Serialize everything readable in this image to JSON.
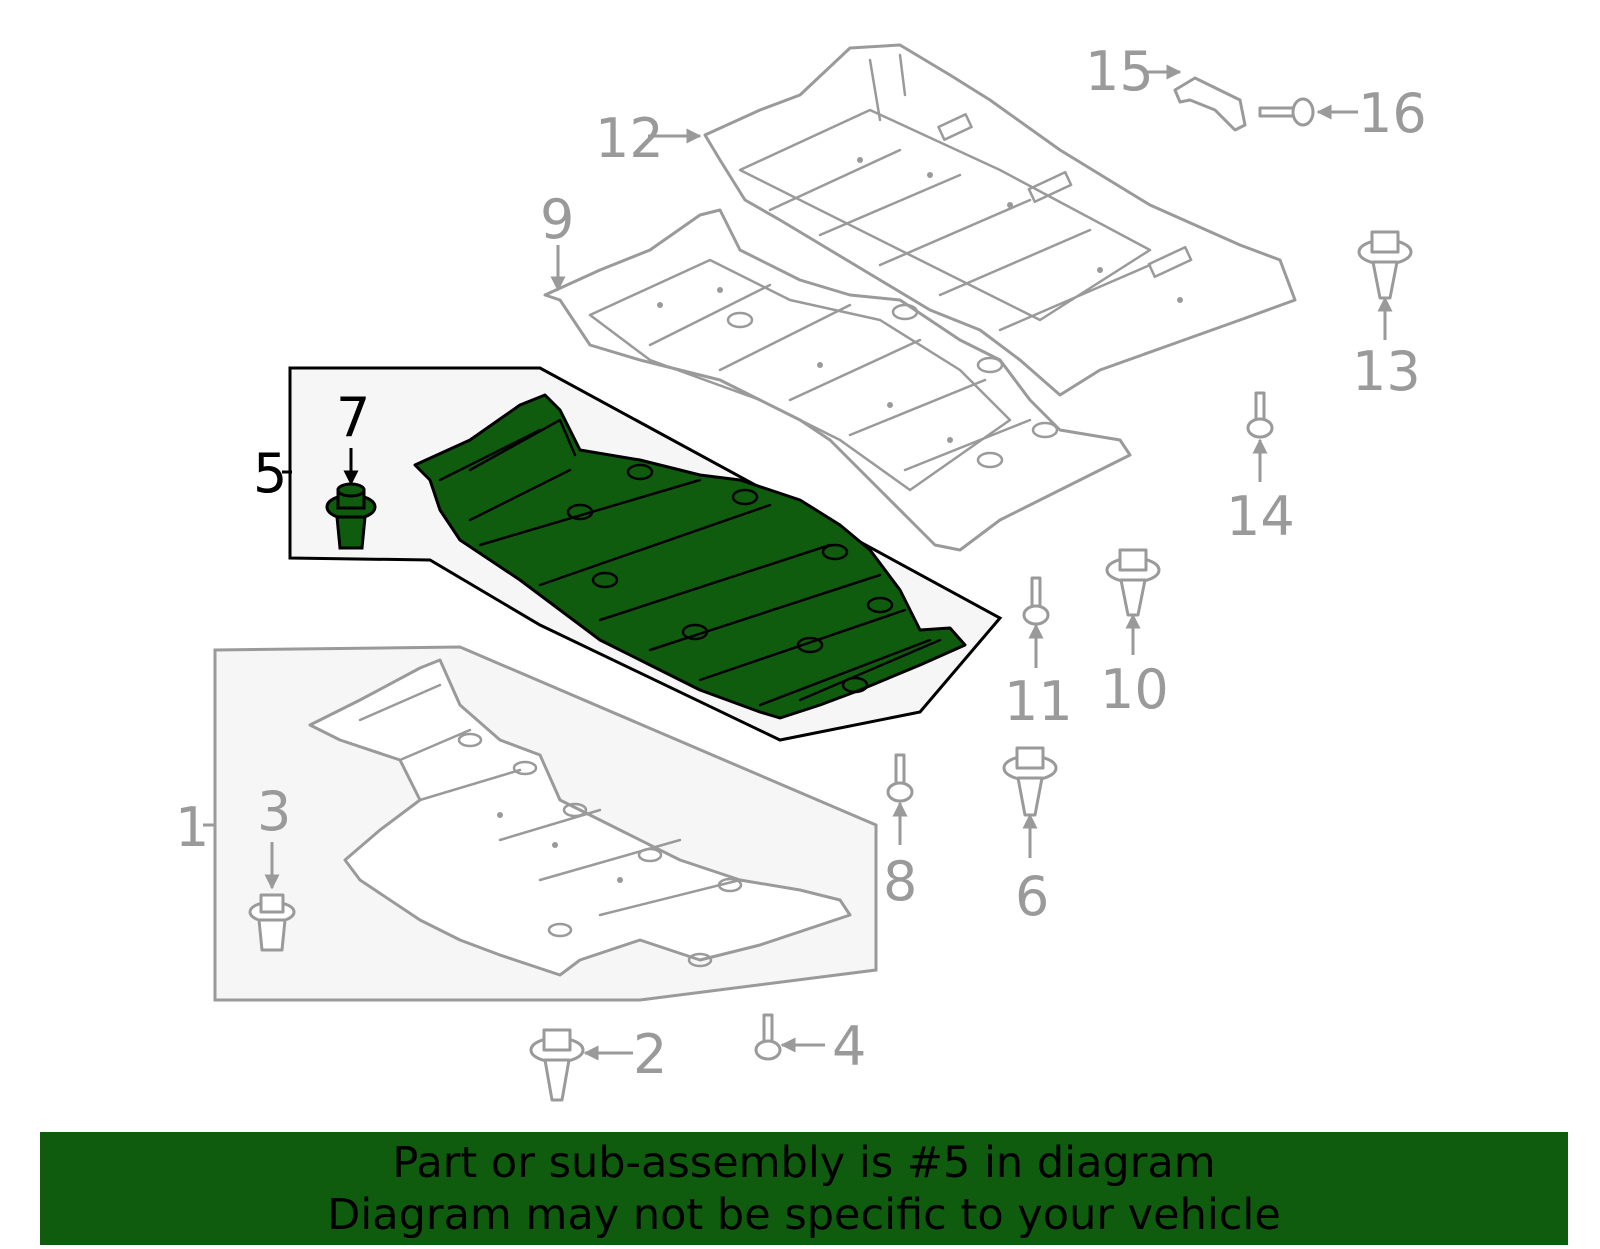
{
  "callouts": {
    "c1": "1",
    "c2": "2",
    "c3": "3",
    "c4": "4",
    "c5": "5",
    "c6": "6",
    "c7": "7",
    "c8": "8",
    "c9": "9",
    "c10": "10",
    "c11": "11",
    "c12": "12",
    "c13": "13",
    "c14": "14",
    "c15": "15",
    "c16": "16"
  },
  "highlight_color": "#0f5c0f",
  "line_color": "#9a9a9a",
  "banner": {
    "line1": "Part or sub-assembly is #5 in diagram",
    "line2": "Diagram may not be specific to your vehicle"
  }
}
